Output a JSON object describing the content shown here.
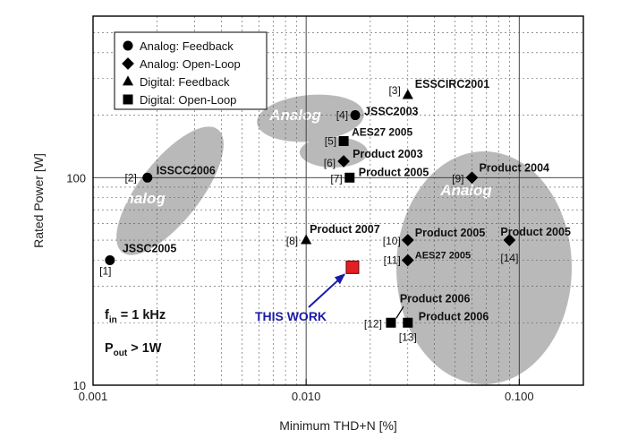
{
  "chart_data": {
    "type": "scatter",
    "xlabel": "Minimum THD+N [%]",
    "ylabel": "Rated Power [W]",
    "x_scale": "log",
    "y_scale": "log",
    "xlim": [
      0.001,
      0.2
    ],
    "ylim": [
      10,
      600
    ],
    "x_ticks": [
      {
        "value": 0.001,
        "label": "0.001"
      },
      {
        "value": 0.01,
        "label": "0.010"
      },
      {
        "value": 0.1,
        "label": "0.100"
      }
    ],
    "y_ticks": [
      {
        "value": 10,
        "label": "10"
      },
      {
        "value": 100,
        "label": "100"
      }
    ],
    "grid": true,
    "legend_position": "top-left",
    "legend": [
      {
        "name": "Analog: Feedback",
        "marker": "circle"
      },
      {
        "name": "Analog: Open-Loop",
        "marker": "diamond"
      },
      {
        "name": "Digital: Feedback",
        "marker": "triangle"
      },
      {
        "name": "Digital: Open-Loop",
        "marker": "square"
      }
    ],
    "series": [
      {
        "name": "Analog: Feedback",
        "marker": "circle",
        "points": [
          {
            "x": 0.0012,
            "y": 40,
            "label": "JSSC2005",
            "ref": "[1]"
          },
          {
            "x": 0.0018,
            "y": 100,
            "label": "ISSCC2006",
            "ref": "[2]"
          },
          {
            "x": 0.017,
            "y": 200,
            "label": "JSSC2003",
            "ref": "[4]"
          }
        ]
      },
      {
        "name": "Analog: Open-Loop",
        "marker": "diamond",
        "points": [
          {
            "x": 0.015,
            "y": 120,
            "label": "Product 2003",
            "ref": "[6]"
          },
          {
            "x": 0.06,
            "y": 100,
            "label": "Product 2004",
            "ref": "[9]"
          },
          {
            "x": 0.03,
            "y": 50,
            "label": "Product 2005",
            "ref": "[10]"
          },
          {
            "x": 0.03,
            "y": 40,
            "label": "AES27 2005",
            "ref": "[11]"
          },
          {
            "x": 0.09,
            "y": 50,
            "label": "Product 2005",
            "ref": "[14]"
          }
        ]
      },
      {
        "name": "Digital: Feedback",
        "marker": "triangle",
        "points": [
          {
            "x": 0.03,
            "y": 250,
            "label": "ESSCIRC2001",
            "ref": "[3]"
          },
          {
            "x": 0.01,
            "y": 50,
            "label": "Product 2007",
            "ref": "[8]"
          }
        ]
      },
      {
        "name": "Digital: Open-Loop",
        "marker": "square",
        "points": [
          {
            "x": 0.015,
            "y": 150,
            "label": "AES27 2005",
            "ref": "[5]"
          },
          {
            "x": 0.016,
            "y": 100,
            "label": "Product 2005",
            "ref": "[7]"
          },
          {
            "x": 0.025,
            "y": 20,
            "label": "Product 2006",
            "ref": "[12]"
          },
          {
            "x": 0.03,
            "y": 20,
            "label": "Product 2006",
            "ref": "[13]"
          }
        ]
      }
    ],
    "highlight": {
      "x": 0.0165,
      "y": 37,
      "label": "THIS WORK",
      "color": "#e31e24",
      "label_color": "#1a1aa6"
    },
    "regions": [
      {
        "label": "Analog",
        "cx": 0.0019,
        "cy": 85,
        "note": "analog feedback cluster"
      },
      {
        "label": "Analog",
        "cx": 0.0145,
        "cy": 170,
        "note": "upper middle cluster"
      },
      {
        "label": "Analog",
        "cx": 0.069,
        "cy": 42,
        "note": "large open-loop cluster"
      }
    ],
    "annotations": [
      {
        "id": "fin",
        "main": "f",
        "sub": "in",
        "rest": " = 1 kHz"
      },
      {
        "id": "pout",
        "main": "P",
        "sub": "out",
        "rest": "  > 1W"
      }
    ],
    "colors": {
      "marker": "#000000",
      "region": "#b9b9b9",
      "region_label": "#ffffff"
    }
  }
}
